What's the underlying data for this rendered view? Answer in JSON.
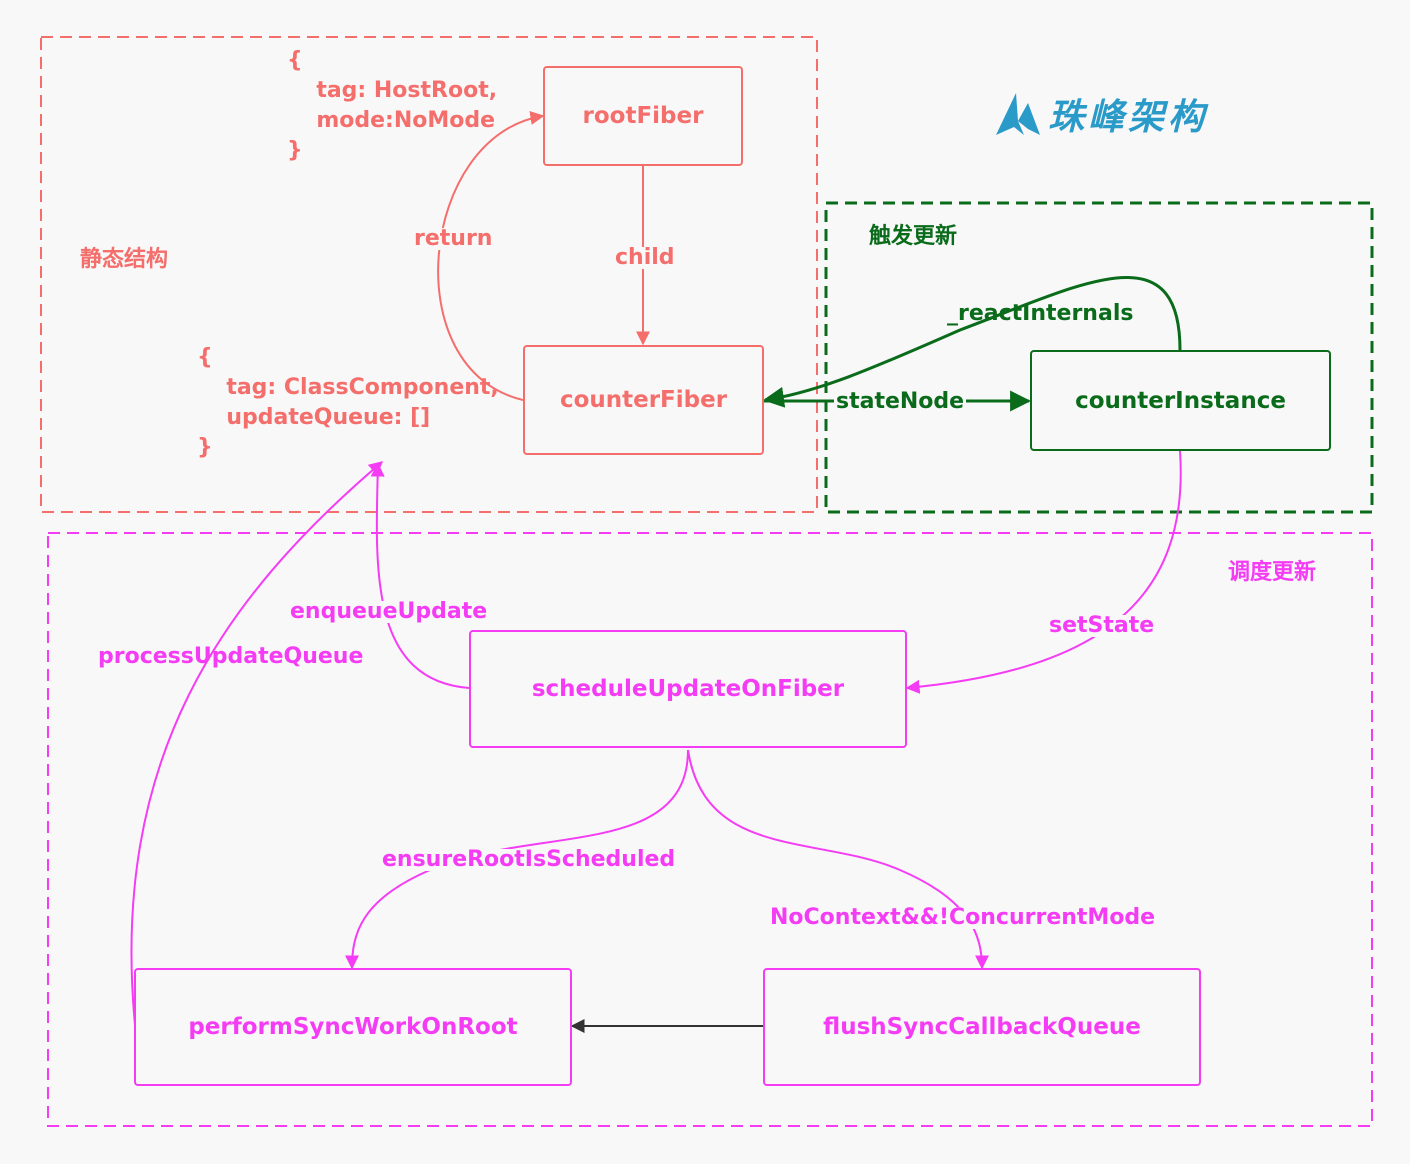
{
  "sections": {
    "static": "静态结构",
    "trigger": "触发更新",
    "schedule": "调度更新"
  },
  "logo": {
    "text": "珠峰架构"
  },
  "code_blocks": {
    "root_fiber_obj": [
      "{",
      "  tag: HostRoot,",
      "  mode:NoMode",
      "}"
    ],
    "counter_fiber_obj": [
      "{",
      "  tag: ClassComponent,",
      "  updateQueue: []",
      "}"
    ]
  },
  "nodes": {
    "root_fiber": "rootFiber",
    "counter_fiber": "counterFiber",
    "counter_instance": "counterInstance",
    "schedule_update": "scheduleUpdateOnFiber",
    "perform_sync": "performSyncWorkOnRoot",
    "flush_sync": "flushSyncCallbackQueue"
  },
  "edges": {
    "child": "child",
    "return": "return",
    "react_internals": "_reactInternals",
    "state_node": "stateNode",
    "set_state": "setState",
    "enqueue_update": "enqueueUpdate",
    "process_update_queue": "processUpdateQueue",
    "ensure_root": "ensureRootIsScheduled",
    "no_context": "NoContext&&!ConcurrentMode"
  },
  "colors": {
    "static": "#f46e6c",
    "trigger": "#0a6b1b",
    "schedule": "#f53cf5",
    "neutral": "#333333",
    "logo": "#2a9ac9"
  }
}
